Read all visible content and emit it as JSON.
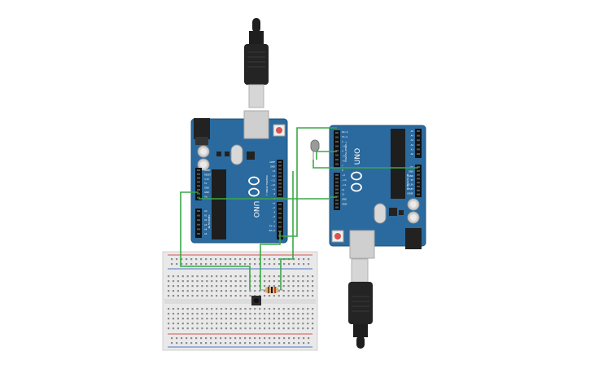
{
  "board_left": {
    "brand": "UNO",
    "header_labels": [
      "AREF",
      "GND",
      "13",
      "12",
      "~11",
      "~10",
      "~9",
      "8",
      "7",
      "~6",
      "~5",
      "4",
      "~3",
      "2",
      "TX→1",
      "RX←0"
    ],
    "power_labels": [
      "IOREF",
      "RESET",
      "3.3V",
      "5V",
      "GND",
      "GND",
      "Vin"
    ],
    "analog_labels": [
      "A0",
      "A1",
      "A2",
      "A3",
      "A4",
      "A5"
    ],
    "side_text_1": "DIGITAL (PWM~)",
    "side_text_2": "ANALOG IN"
  },
  "board_right": {
    "brand": "UNO",
    "header_labels": [
      "RX←0",
      "TX→1",
      "2",
      "~3",
      "4",
      "~5",
      "~6",
      "7",
      "8",
      "~9",
      "~10",
      "~11",
      "12",
      "13",
      "GND",
      "AREF"
    ],
    "power_labels": [
      "Vin",
      "GND",
      "GND",
      "5V",
      "3.3V",
      "RESET",
      "IOREF"
    ],
    "analog_labels": [
      "A5",
      "A4",
      "A3",
      "A2",
      "A1",
      "A0"
    ],
    "side_text_1": "DIGITAL (PWM~)",
    "side_text_2": "ANALOG IN"
  },
  "colors": {
    "board": "#2b6a9e",
    "board_edge": "#1f547e",
    "wire": "#3aa846",
    "breadboard": "#e9e9e9",
    "rail_red": "#d9534f",
    "rail_blue": "#4a78c2",
    "cable": "#1e1e1e",
    "usb_metal": "#cfcfcf"
  }
}
